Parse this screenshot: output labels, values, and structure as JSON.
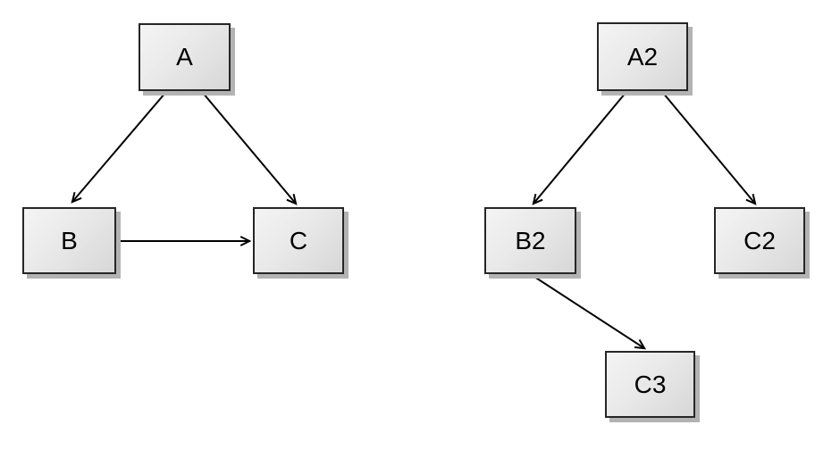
{
  "diagram": {
    "description": "Two directed graphs of labeled boxes connected by arrows",
    "colors": {
      "background": "#ffffff",
      "node_border": "#262626",
      "node_fill_light": "#f4f4f4",
      "node_fill_dark": "#d7d7d7",
      "node_shadow": "#b3b3b3",
      "arrow": "#000000",
      "text": "#000000"
    },
    "graphs": [
      {
        "name": "left-graph",
        "nodes": [
          {
            "id": "A",
            "label": "A"
          },
          {
            "id": "B",
            "label": "B"
          },
          {
            "id": "C",
            "label": "C"
          }
        ],
        "edges": [
          {
            "from": "A",
            "to": "B"
          },
          {
            "from": "A",
            "to": "C"
          },
          {
            "from": "B",
            "to": "C"
          }
        ]
      },
      {
        "name": "right-graph",
        "nodes": [
          {
            "id": "A2",
            "label": "A2"
          },
          {
            "id": "B2",
            "label": "B2"
          },
          {
            "id": "C2",
            "label": "C2"
          },
          {
            "id": "C3",
            "label": "C3"
          }
        ],
        "edges": [
          {
            "from": "A2",
            "to": "B2"
          },
          {
            "from": "A2",
            "to": "C2"
          },
          {
            "from": "B2",
            "to": "C3"
          }
        ]
      }
    ]
  }
}
